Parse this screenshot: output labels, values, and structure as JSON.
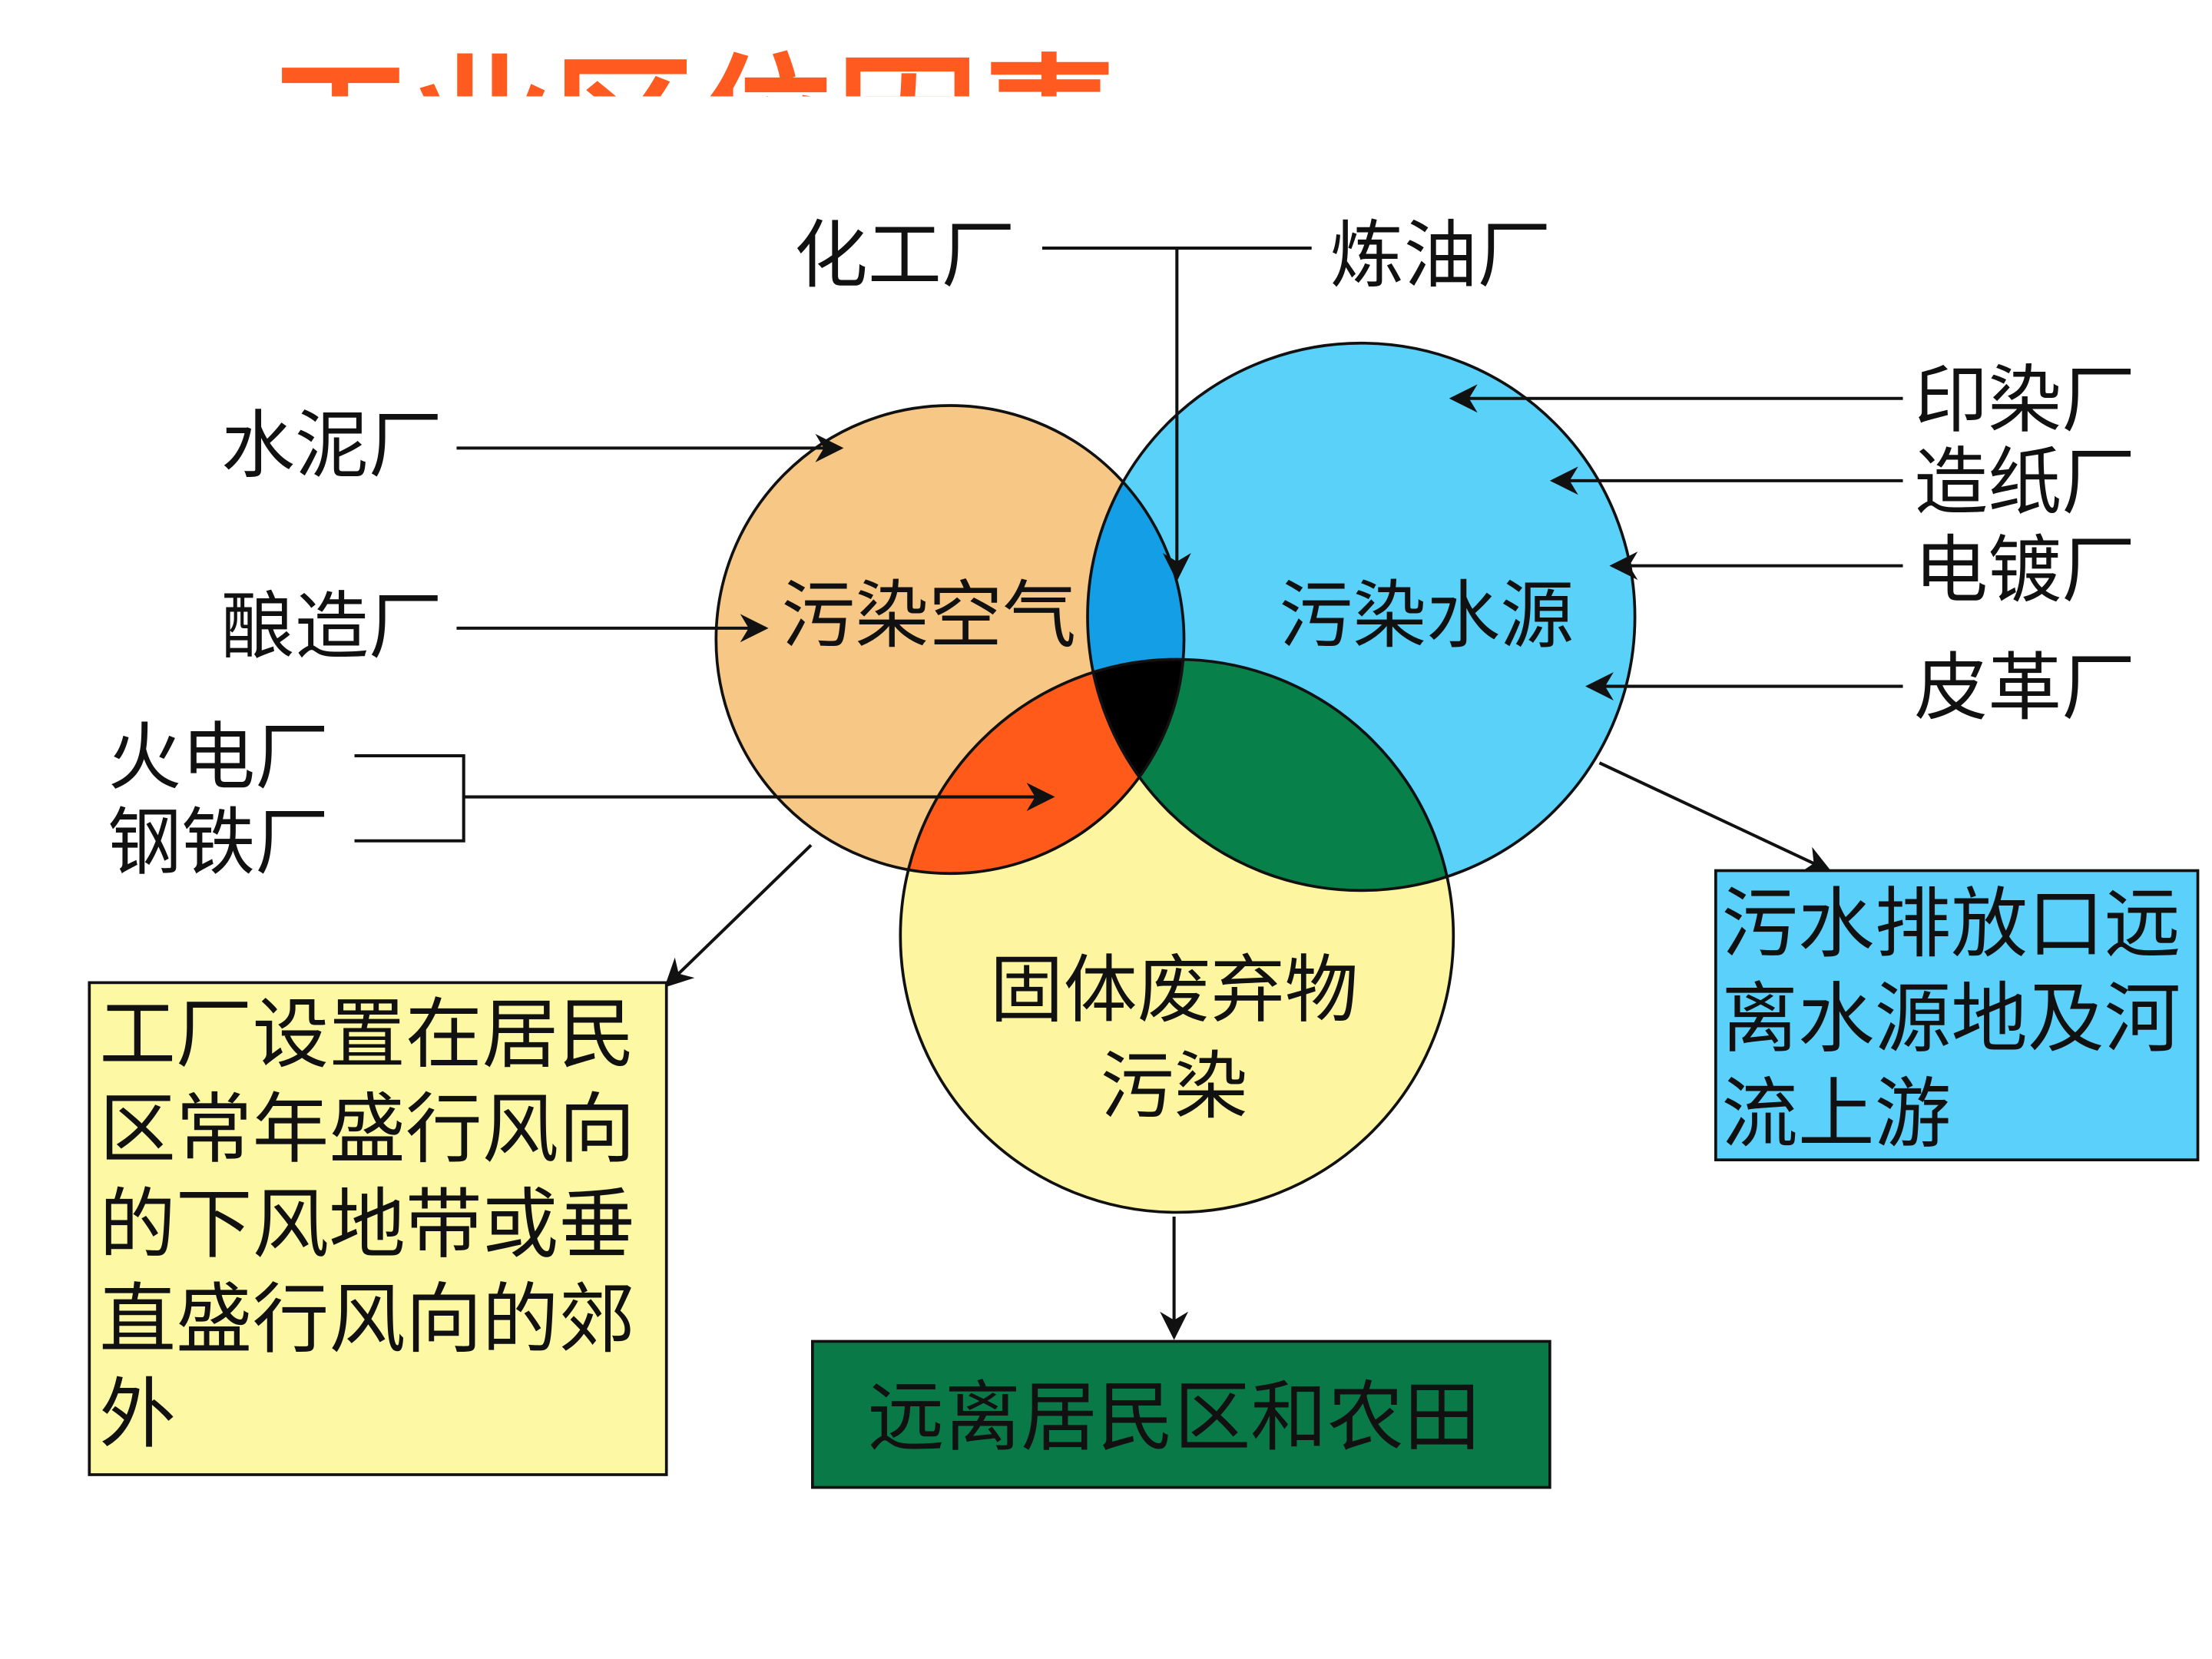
{
  "title": {
    "text": "工业区位因素",
    "color": "#ff5a1f"
  },
  "circles": {
    "air": {
      "label": "污染空气",
      "color": "#f7c885"
    },
    "water": {
      "label": "污染水源",
      "color": "#59d1f9"
    },
    "solid": {
      "label_line1": "固体废弃物",
      "label_line2": "污染",
      "color": "#fdf5a0"
    }
  },
  "overlap_colors": {
    "air_water": "#139ee6",
    "air_solid": "#ff5a1a",
    "water_solid": "#07804a",
    "all_three": "#000000"
  },
  "factories": {
    "chemical": "化工厂",
    "refinery": "炼油厂",
    "cement": "水泥厂",
    "brewery": "酿造厂",
    "power": "火电厂",
    "steel": "钢铁厂",
    "dyeing": "印染厂",
    "paper": "造纸厂",
    "plating": "电镀厂",
    "leather": "皮革厂"
  },
  "boxes": {
    "air": {
      "lines": [
        "工厂设置在居民",
        "区常年盛行风向",
        "的下风地带或垂",
        "直盛行风向的郊",
        "外"
      ],
      "fill": "#fdf8a3"
    },
    "water": {
      "lines": [
        "污水排放口远",
        "离水源地及河",
        "流上游"
      ],
      "fill": "#5ad0fa"
    },
    "solid": {
      "lines": [
        "远离居民区和农田"
      ],
      "fill": "#097a47"
    }
  }
}
